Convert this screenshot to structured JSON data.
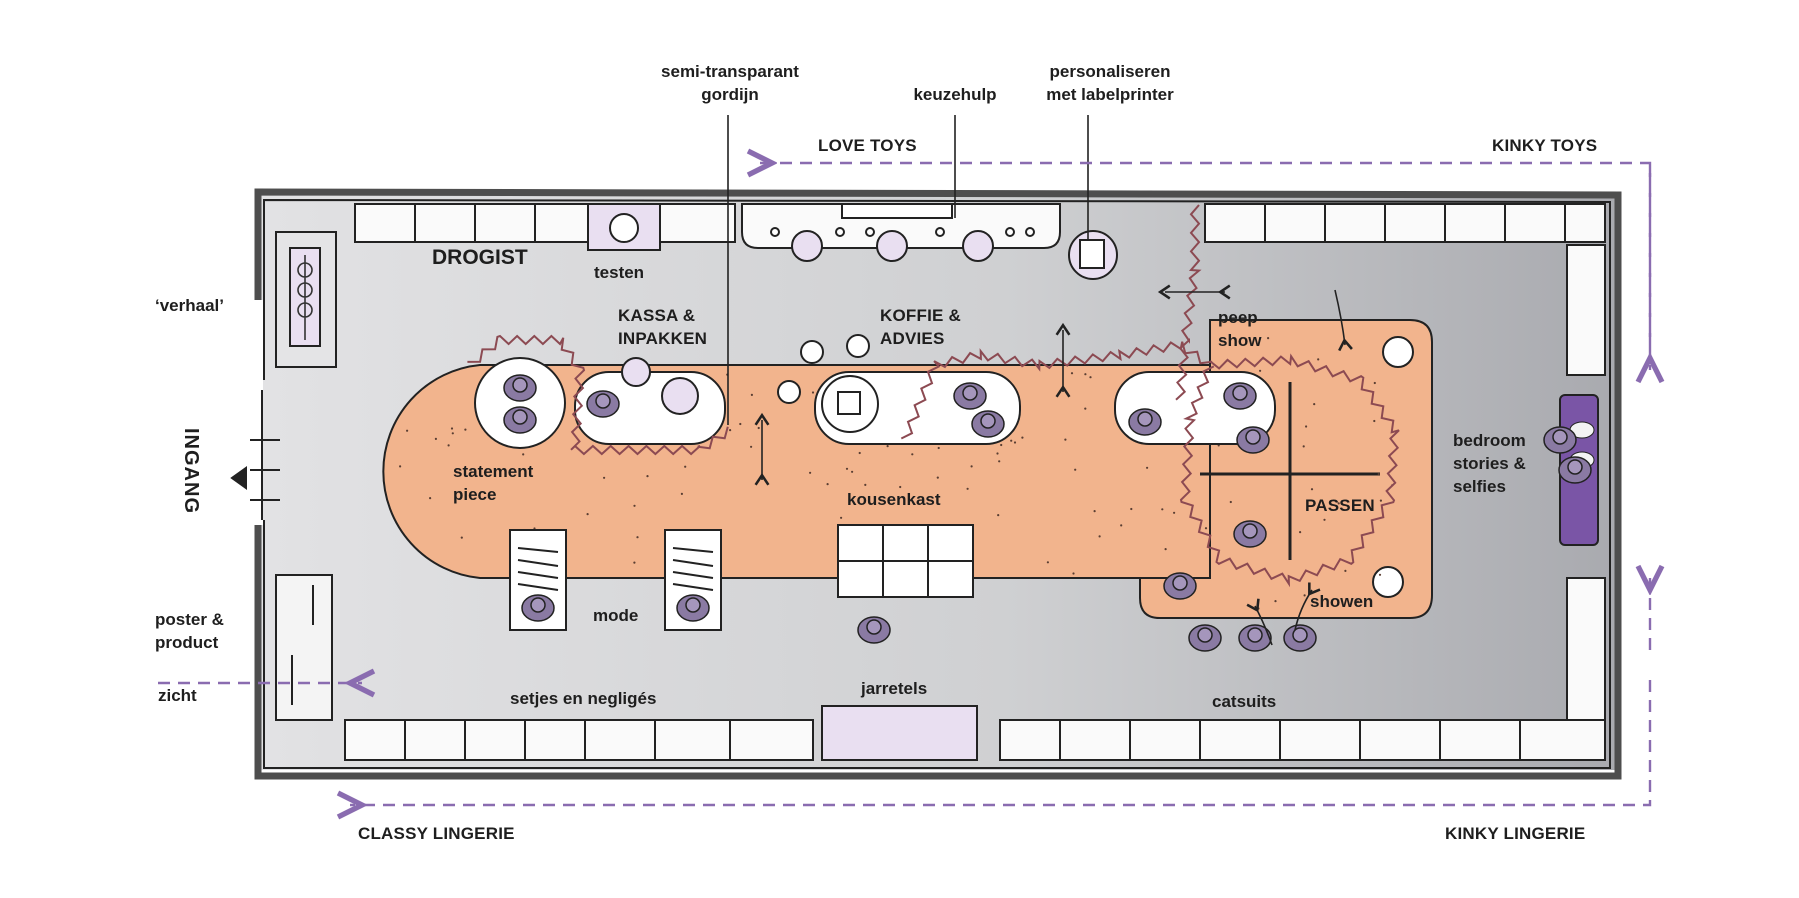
{
  "labels": {
    "semi_transparant": [
      "semi-transparant",
      "gordijn"
    ],
    "keuzehulp": "keuzehulp",
    "personaliseren": [
      "personaliseren",
      "met labelprinter"
    ],
    "love_toys": "LOVE TOYS",
    "kinky_toys": "KINKY TOYS",
    "drogist": "DROGIST",
    "testen": "testen",
    "verhaal": "‘verhaal’",
    "kassa": [
      "KASSA &",
      "INPAKKEN"
    ],
    "koffie": [
      "KOFFIE &",
      "ADVIES"
    ],
    "peep": [
      "peep",
      "show"
    ],
    "ingang": "INGANG",
    "statement": [
      "statement",
      "piece"
    ],
    "kousenkast": "kousenkast",
    "passen": "PASSEN",
    "bedroom": [
      "bedroom",
      "stories &",
      "selfies"
    ],
    "poster": [
      "poster &",
      "product"
    ],
    "mode": "mode",
    "showen": "showen",
    "zicht": "zicht",
    "setjes": "setjes en negligés",
    "jarretels": "jarretels",
    "catsuits": "catsuits",
    "classy_lingerie": "CLASSY LINGERIE",
    "kinky_lingerie": "KINKY LINGERIE"
  },
  "colors": {
    "floor": "#cfcfd1",
    "floor_dark": "#b3b4b8",
    "route": "#c98f72",
    "path": "#f2b48d",
    "accent_purple": "#7a55a6",
    "person": "#8a7aa3",
    "curtain": "#8c4a52",
    "wall": "#4e4e4e",
    "furniture_light": "#ece4f1"
  }
}
